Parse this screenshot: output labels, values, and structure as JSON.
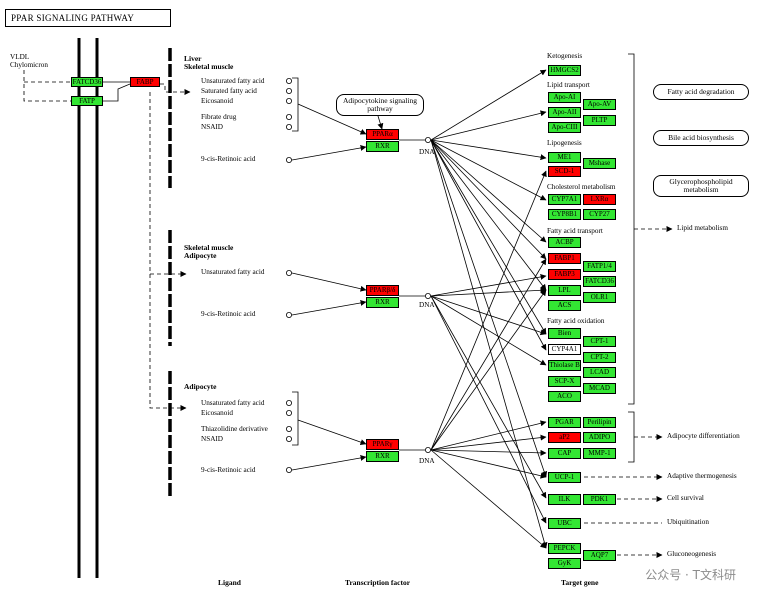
{
  "title": "PPAR SIGNALING PATHWAY",
  "left": {
    "vldl": "VLDL",
    "chylomicron": "Chylomicron",
    "fatcd36": "FATCD36",
    "fatp": "FATP",
    "fabp": "FABP"
  },
  "sections": [
    {
      "tissue1": "Liver",
      "tissue2": "Skeletal muscle",
      "ligands": [
        "Unsaturated fatty acid",
        "Saturated fatty acid",
        "Eicosanoid",
        "Fibrate drug",
        "NSAID"
      ],
      "retinoic": "9-cis-Retinoic acid",
      "receptor": "PPARα",
      "rxr": "RXR",
      "dna": "DNA"
    },
    {
      "tissue1": "Skeletal muscle",
      "tissue2": "Adipocyte",
      "ligands": [
        "Unsaturated fatty acid"
      ],
      "retinoic": "9-cis-Retinoic acid",
      "receptor": "PPARβ/δ",
      "rxr": "RXR",
      "dna": "DNA"
    },
    {
      "tissue1": "Adipocyte",
      "tissue2": "",
      "ligands": [
        "Unsaturated fatty acid",
        "Eicosanoid",
        "Thiazolidine derivative",
        "NSAID"
      ],
      "retinoic": "9-cis-Retinoic acid",
      "receptor": "PPARγ",
      "rxr": "RXR",
      "dna": "DNA"
    }
  ],
  "adipocytokine": "Adipocytokine signaling pathway",
  "categories": [
    "Ketogenesis",
    "Lipid transport",
    "Lipogenesis",
    "Cholesterol metabolism",
    "Fatty acid transport",
    "Fatty acid oxidation"
  ],
  "genes": [
    {
      "label": "HMGCS2",
      "color": "green"
    },
    {
      "label": "Apo-AI",
      "color": "green"
    },
    {
      "label": "Apo-AII",
      "color": "green"
    },
    {
      "label": "Apo-CIII",
      "color": "green"
    },
    {
      "label": "Apo-AV",
      "color": "green"
    },
    {
      "label": "PLTP",
      "color": "green"
    },
    {
      "label": "ME1",
      "color": "green"
    },
    {
      "label": "SCD-1",
      "color": "red"
    },
    {
      "label": "Mshase",
      "color": "green"
    },
    {
      "label": "CYP7A1",
      "color": "green"
    },
    {
      "label": "CYP8B1",
      "color": "green"
    },
    {
      "label": "LXRα",
      "color": "red"
    },
    {
      "label": "CYP27",
      "color": "green"
    },
    {
      "label": "ACBP",
      "color": "green"
    },
    {
      "label": "FABP1",
      "color": "red"
    },
    {
      "label": "FABP3",
      "color": "red"
    },
    {
      "label": "LPL",
      "color": "green"
    },
    {
      "label": "ACS",
      "color": "green"
    },
    {
      "label": "FATP1/4",
      "color": "green"
    },
    {
      "label": "FATCD36",
      "color": "green"
    },
    {
      "label": "OLR1",
      "color": "green"
    },
    {
      "label": "Bien",
      "color": "green"
    },
    {
      "label": "CYP4A1",
      "color": "white"
    },
    {
      "label": "Thiolase B",
      "color": "green"
    },
    {
      "label": "SCP-X",
      "color": "green"
    },
    {
      "label": "ACO",
      "color": "green"
    },
    {
      "label": "CPT-1",
      "color": "green"
    },
    {
      "label": "CPT-2",
      "color": "green"
    },
    {
      "label": "LCAD",
      "color": "green"
    },
    {
      "label": "MCAD",
      "color": "green"
    },
    {
      "label": "PGAR",
      "color": "green"
    },
    {
      "label": "aP2",
      "color": "red"
    },
    {
      "label": "CAP",
      "color": "green"
    },
    {
      "label": "Perilipin",
      "color": "green"
    },
    {
      "label": "ADIPO",
      "color": "green"
    },
    {
      "label": "MMP-1",
      "color": "green"
    },
    {
      "label": "UCP-1",
      "color": "green"
    },
    {
      "label": "ILK",
      "color": "green"
    },
    {
      "label": "PDK1",
      "color": "green"
    },
    {
      "label": "UBC",
      "color": "green"
    },
    {
      "label": "PEPCK",
      "color": "green"
    },
    {
      "label": "GyK",
      "color": "green"
    },
    {
      "label": "AQP7",
      "color": "green"
    }
  ],
  "outcomes": {
    "fatty_acid_degradation": "Fatty acid degradation",
    "bile_acid": "Bile acid biosynthesis",
    "glycerophospholipid": "Glycerophospholipid metabolism",
    "lipid_metabolism": "Lipid metabolism",
    "adipocyte_diff": "Adipocyte differentiation",
    "adaptive_thermo": "Adaptive thermogenesis",
    "cell_survival": "Cell survival",
    "ubiquitination": "Ubiquitination",
    "gluconeogenesis": "Gluconeogenesis"
  },
  "columns": {
    "ligand": "Ligand",
    "tf": "Transcription factor",
    "target": "Target gene"
  },
  "watermark": "公众号 · T文科研",
  "colors": {
    "up": "#33e633",
    "down": "#ff0000",
    "none": "#ffffff"
  }
}
